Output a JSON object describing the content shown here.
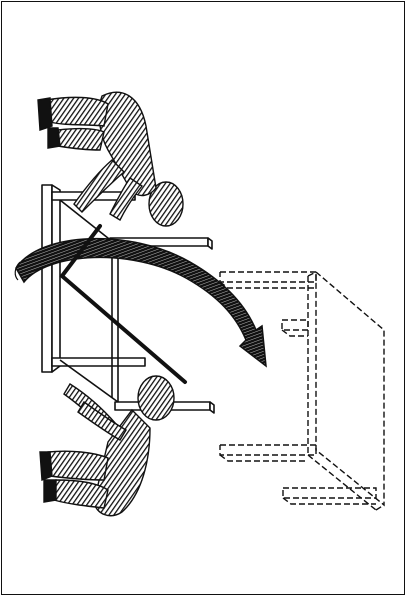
{
  "colors": {
    "ink": "#111111",
    "paper": "#ffffff",
    "dashed_outline": "#111111"
  },
  "figure": {
    "description_free": true,
    "elements": [
      "table-solid-outline",
      "table-dashed-outline",
      "rotation-arrow",
      "person-top",
      "person-bottom",
      "lever-bar"
    ]
  }
}
